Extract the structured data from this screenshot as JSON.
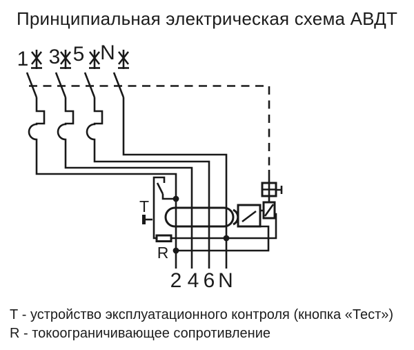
{
  "title": "Принципиальная электрическая схема АВДТ",
  "diagram": {
    "top_terminals": [
      "1",
      "3",
      "5",
      "N"
    ],
    "bottom_terminals": [
      "2",
      "4",
      "6",
      "N"
    ],
    "test_button_label": "T",
    "resistor_label": "R"
  },
  "legend": {
    "line1": "Т - устройство эксплуатационного контроля (кнопка «Тест»)",
    "line2": "R - токоограничивающее сопротивление"
  },
  "colors": {
    "line": "#191919",
    "text": "#1c1c1c",
    "background": "#ffffff"
  }
}
